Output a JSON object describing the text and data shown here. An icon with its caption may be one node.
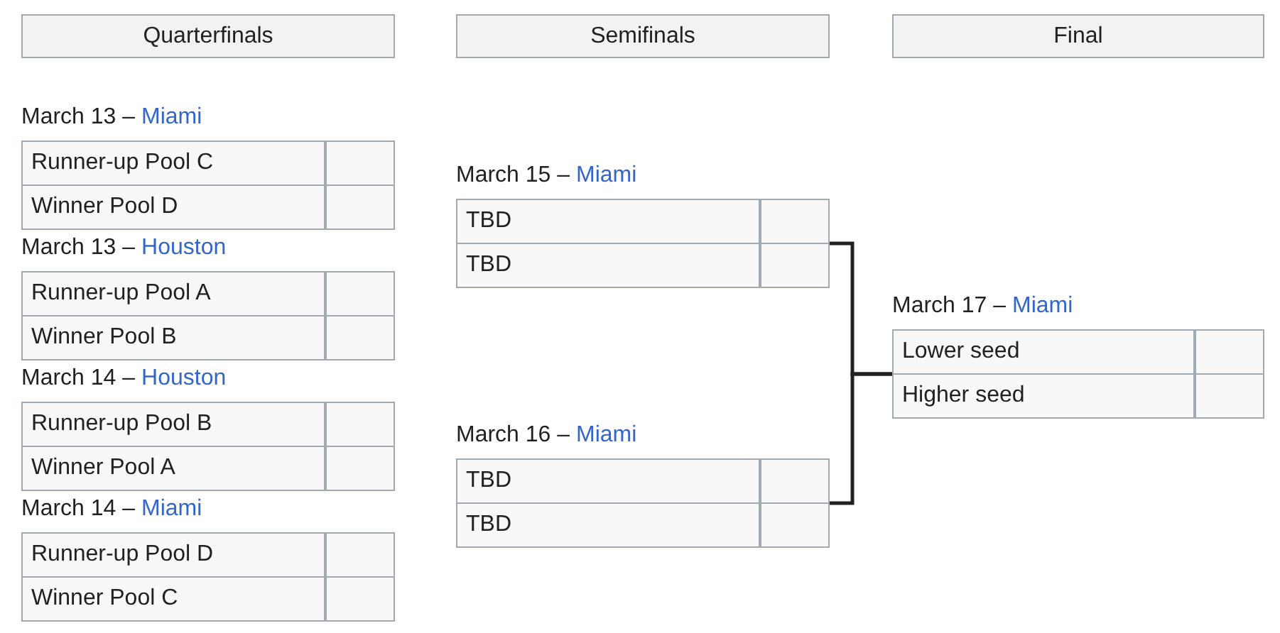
{
  "diagram": {
    "nodes": [
      {
        "text": [
          "Quarterfinals"
        ]
      },
      {
        "text": [
          "Semifinals"
        ]
      },
      {
        "text": [
          "Final"
        ]
      },
      {
        "text": [
          "March 13 –",
          "Miami"
        ]
      },
      {
        "text": [
          "Runner-up Pool C"
        ],
        "in": 3
      },
      {
        "text": [
          "Winner Pool D"
        ],
        "in": 3
      },
      {
        "text": [
          "March 13 –",
          "Houston"
        ]
      },
      {
        "text": [
          "Runner-up Pool A"
        ],
        "in": 6
      },
      {
        "text": [
          "Winner Pool B"
        ],
        "in": 6
      },
      {
        "text": [
          "March 14 –",
          "Houston"
        ]
      },
      {
        "text": [
          "Runner-up Pool B"
        ],
        "in": 9
      },
      {
        "text": [
          "Winner Pool A"
        ],
        "in": 9
      },
      {
        "text": [
          "March 14 –",
          "Miami"
        ]
      },
      {
        "text": [
          "Runner-up Pool D"
        ],
        "in": 12
      },
      {
        "text": [
          "Winner Pool C"
        ],
        "in": 12
      },
      {
        "text": [
          "March 15 –",
          "Miami"
        ]
      },
      {
        "text": [
          "TBD"
        ],
        "in": 15
      },
      {
        "text": [
          "TBD"
        ],
        "in": 15
      },
      {
        "text": [
          "March 16 –",
          "Miami"
        ]
      },
      {
        "text": [
          "TBD"
        ],
        "in": 18
      },
      {
        "text": [
          "TBD"
        ],
        "in": 18
      },
      {
        "text": [
          "March 17 –",
          "Miami"
        ]
      },
      {
        "text": [
          "Lower seed"
        ],
        "in": 21
      },
      {
        "text": [
          "Higher seed"
        ],
        "in": 21
      }
    ],
    "edges": [
      {
        "from": 15,
        "to": 21,
        "arrow": "none"
      },
      {
        "from": 18,
        "to": 21,
        "arrow": "none"
      }
    ]
  }
}
